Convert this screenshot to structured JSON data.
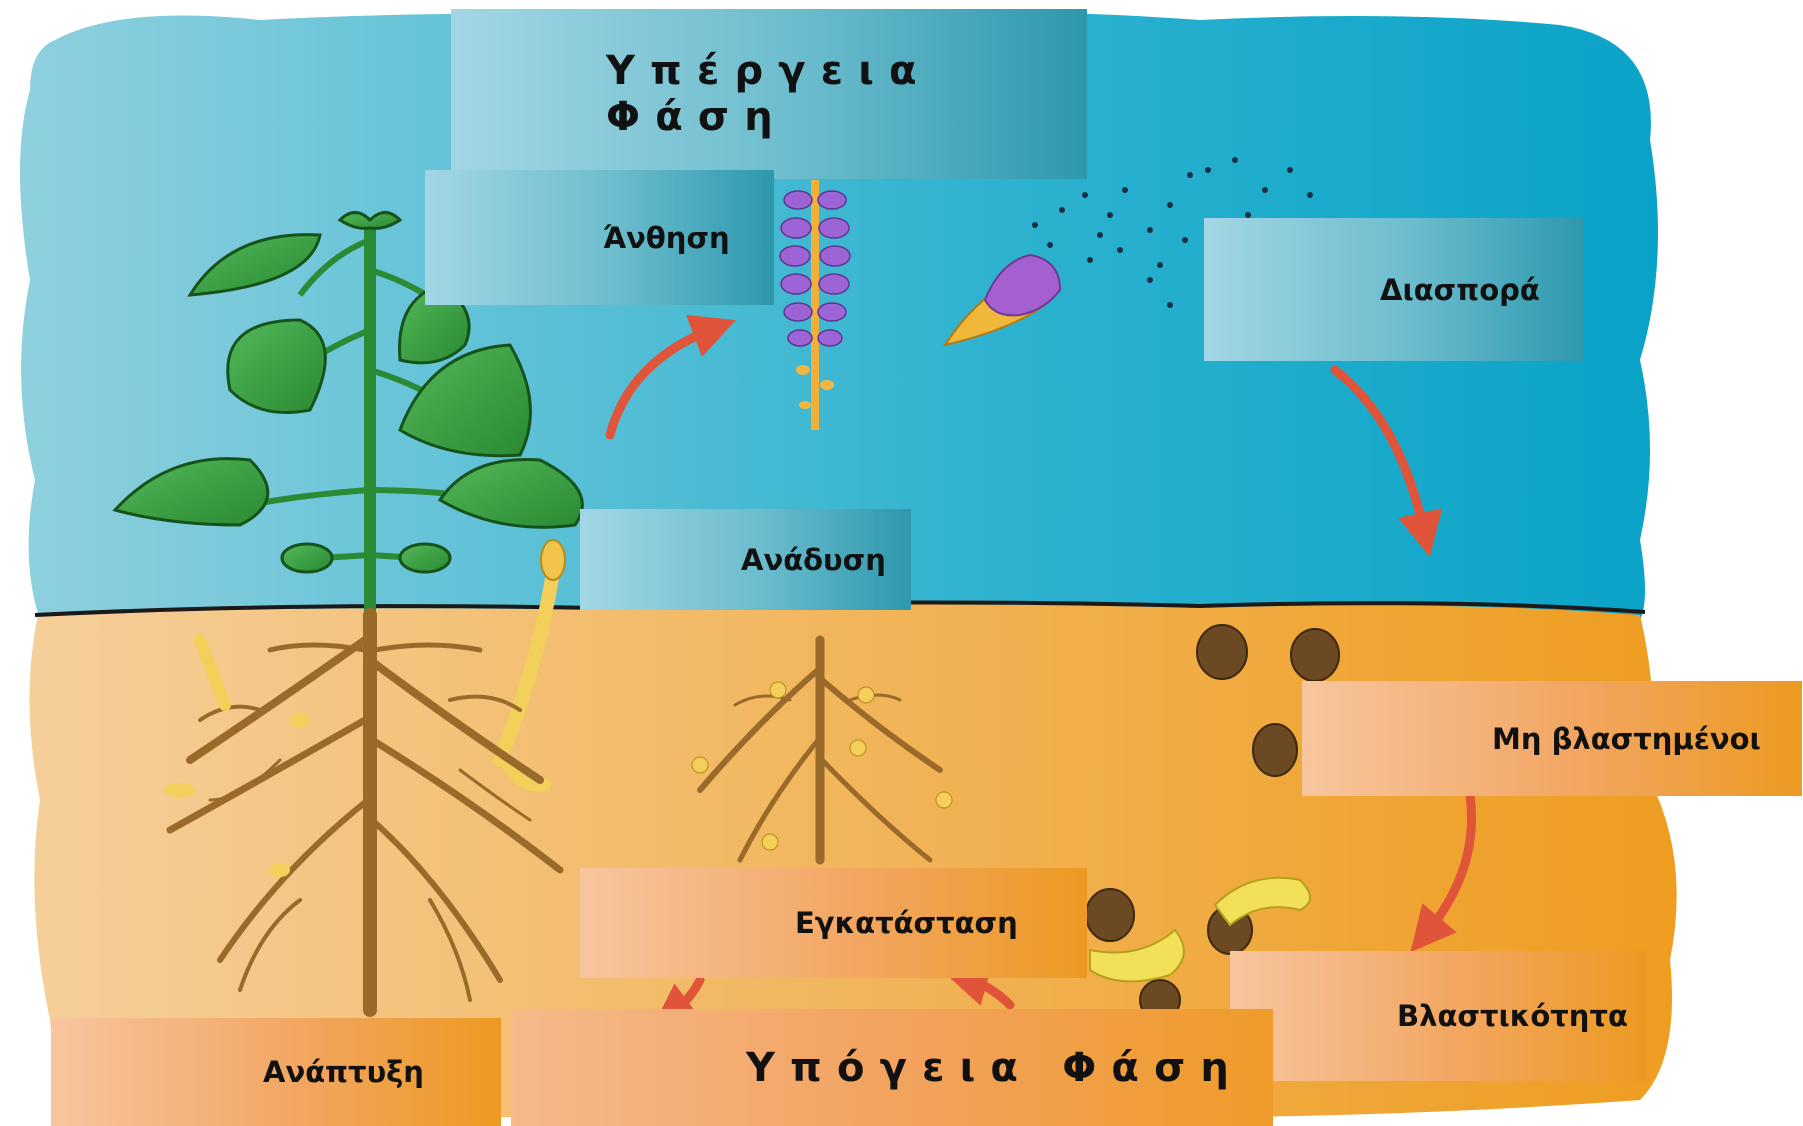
{
  "titles": {
    "above_ground": "Υπέργεια Φάση",
    "below_ground": "Υπόγεια Φάση"
  },
  "stages": {
    "flowering": "Άνθηση",
    "dispersal": "Διασπορά",
    "emergence": "Ανάδυση",
    "non_germinated": "Μη βλαστημένοι",
    "establishment": "Εγκατάσταση",
    "germinability": "Βλαστικότητα",
    "development": "Ανάπτυξη"
  },
  "colors": {
    "sky": "#3fb4cc",
    "soil": "#f0a94f",
    "leaf": "#2f9a3a",
    "root": "#9a6a2a",
    "arrow": "#e0553a",
    "seed": "#6b4a23"
  }
}
